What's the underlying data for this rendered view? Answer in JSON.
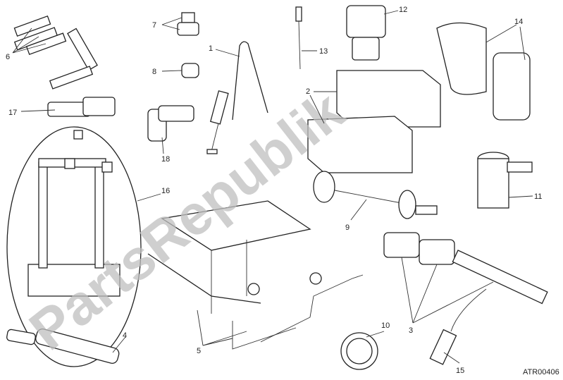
{
  "diagram": {
    "title_code": "ATR00406",
    "watermark": "PartsRepublik",
    "callouts": [
      "1",
      "2",
      "3",
      "4",
      "5",
      "6",
      "7",
      "8",
      "9",
      "10",
      "11",
      "12",
      "13",
      "14",
      "15",
      "16",
      "17",
      "18"
    ],
    "colors": {
      "line": "#222222",
      "watermark": "#bfbfbf",
      "background": "#ffffff"
    }
  }
}
